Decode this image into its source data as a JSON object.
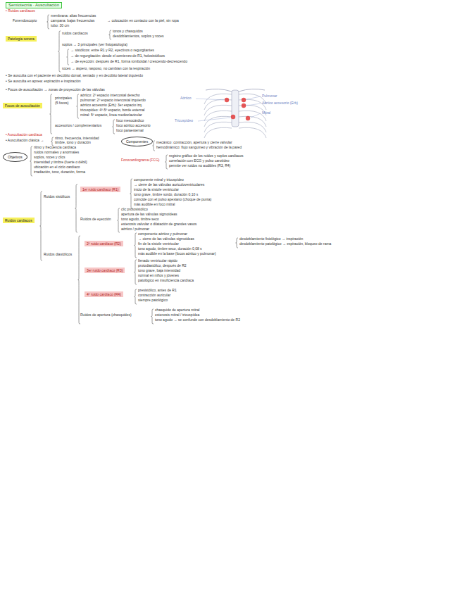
{
  "diagram": {
    "title": "Semiotecnia · Auscultación",
    "nodes": [
      {
        "text": [
          "Patología sonora"
        ]
      },
      {
        "text": [
          "Focos de auscultación"
        ]
      },
      {
        "text": [
          "Objetivos"
        ]
      },
      {
        "text": [
          "Componentes"
        ]
      },
      {
        "text": [
          "Ruidos cardíacos"
        ]
      },
      {
        "text": [
          "1er ruido cardíaco (R1)"
        ]
      },
      {
        "text": [
          "2º ruido cardíaco (R2)"
        ]
      },
      {
        "text": [
          "3er ruido cardíaco (R3)"
        ]
      },
      {
        "text": [
          "4º ruido cardíaco (R4)"
        ]
      }
    ],
    "labels": [
      "• Ruidos cardíacos",
      "Fonendoscopio",
      "membrana: altas frecuencias",
      "campana: bajas frecuencias",
      "tubo: 30 cm",
      "→ colocación en contacto con la piel, sin ropa",
      "ruidos cardíacos",
      "tonos y chasquidos",
      "desdoblamientos, soplos y roces",
      "soplos → 3 principales (ver fisiopatología)",
      "→ sistólicos: entre R1 y R2, eyectivos o regurgitantes",
      "→ de regurgitación: desde el comienzo de R1, holosistólicos",
      "→ de eyección: después de R1, forma romboidal / crescendo-decrescendo",
      "roces → áspero, rasposo, no cambian con la respiración",
      "• Se ausculta con el paciente en decúbito dorsal, sentado y en decúbito lateral izquierdo",
      "• Se ausculta en apnea: espiración e inspiración",
      "• Focos de auscultación → zonas de proyección de las válvulas",
      "principales",
      "(5 focos)",
      "aórtico: 2º espacio intercostal derecho",
      "pulmonar: 2º espacio intercostal izquierdo",
      "aórtico accesorio (Erb): 3er espacio izq.",
      "tricuspídeo: 4º-5º espacio, borde esternal",
      "mitral: 5º espacio, línea medioclavicular",
      "accesorios / complementarios",
      "foco mesocárdico",
      "foco aórtico accesorio",
      "foco paraesternal",
      "Aórtico",
      "Pulmonar",
      "Aórtico accesorio (Erb)",
      "Mitral",
      "Tricuspídeo",
      "• Auscultación cardíaca",
      "• Auscultación clásica →",
      "ritmo, frecuencia, intensidad",
      "timbre, tono y duración",
      "ritmo y frecuencia cardíaca",
      "ruidos normales y anormales",
      "soplos, roces y clics",
      "intensidad y timbre (fuerte o débil)",
      "ubicación en el ciclo cardíaco",
      "irradiación, tono, duración, forma",
      "mecánico: contracción, apertura y cierre valvular",
      "hemodinámico: flujo sanguíneo y vibración de la pared",
      "Fonocardiograma (FCG)",
      "registro gráfico de los ruidos y soplos cardíacos",
      "correlación con ECG y pulso carotídeo",
      "permite ver ruidos no audibles (R3, R4)",
      "Ruidos sistólicos",
      "Ruidos diastólicos",
      "componente mitral y tricuspídeo",
      "→ cierre de las válvulas auriculoventriculares",
      "inicio de la sístole ventricular",
      "tono grave, timbre sordo, duración 0,10 s",
      "coincide con el pulso apexiano (choque de punta)",
      "más audible en foco mitral",
      "Ruidos de eyección",
      "clic protosistólico",
      "apertura de las válvulas sigmoideas",
      "tono agudo, timbre seco",
      "estenosis valvular o dilatación de grandes vasos",
      "aórtico / pulmonar",
      "componente aórtico y pulmonar",
      "→ cierre de las válvulas sigmoideas",
      "fin de la sístole ventricular",
      "tono agudo, timbre seco, duración 0,08 s",
      "más audible en la base (focos aórtico y pulmonar)",
      "desdoblamiento fisiológico → inspiración",
      "desdoblamiento patológico → espiración, bloqueo de rama",
      "llenado ventricular rápido",
      "protodiastólico, después de R2",
      "tono grave, baja intensidad",
      "normal en niños y jóvenes",
      "patológico en insuficiencia cardíaca",
      "presistólico, antes de R1",
      "contracción auricular",
      "siempre patológico",
      "Ruidos de apertura (chasquidos)",
      "chasquido de apertura mitral",
      "estenosis mitral / tricuspídea",
      "tono agudo → se confunde con desdoblamiento de R2"
    ]
  }
}
